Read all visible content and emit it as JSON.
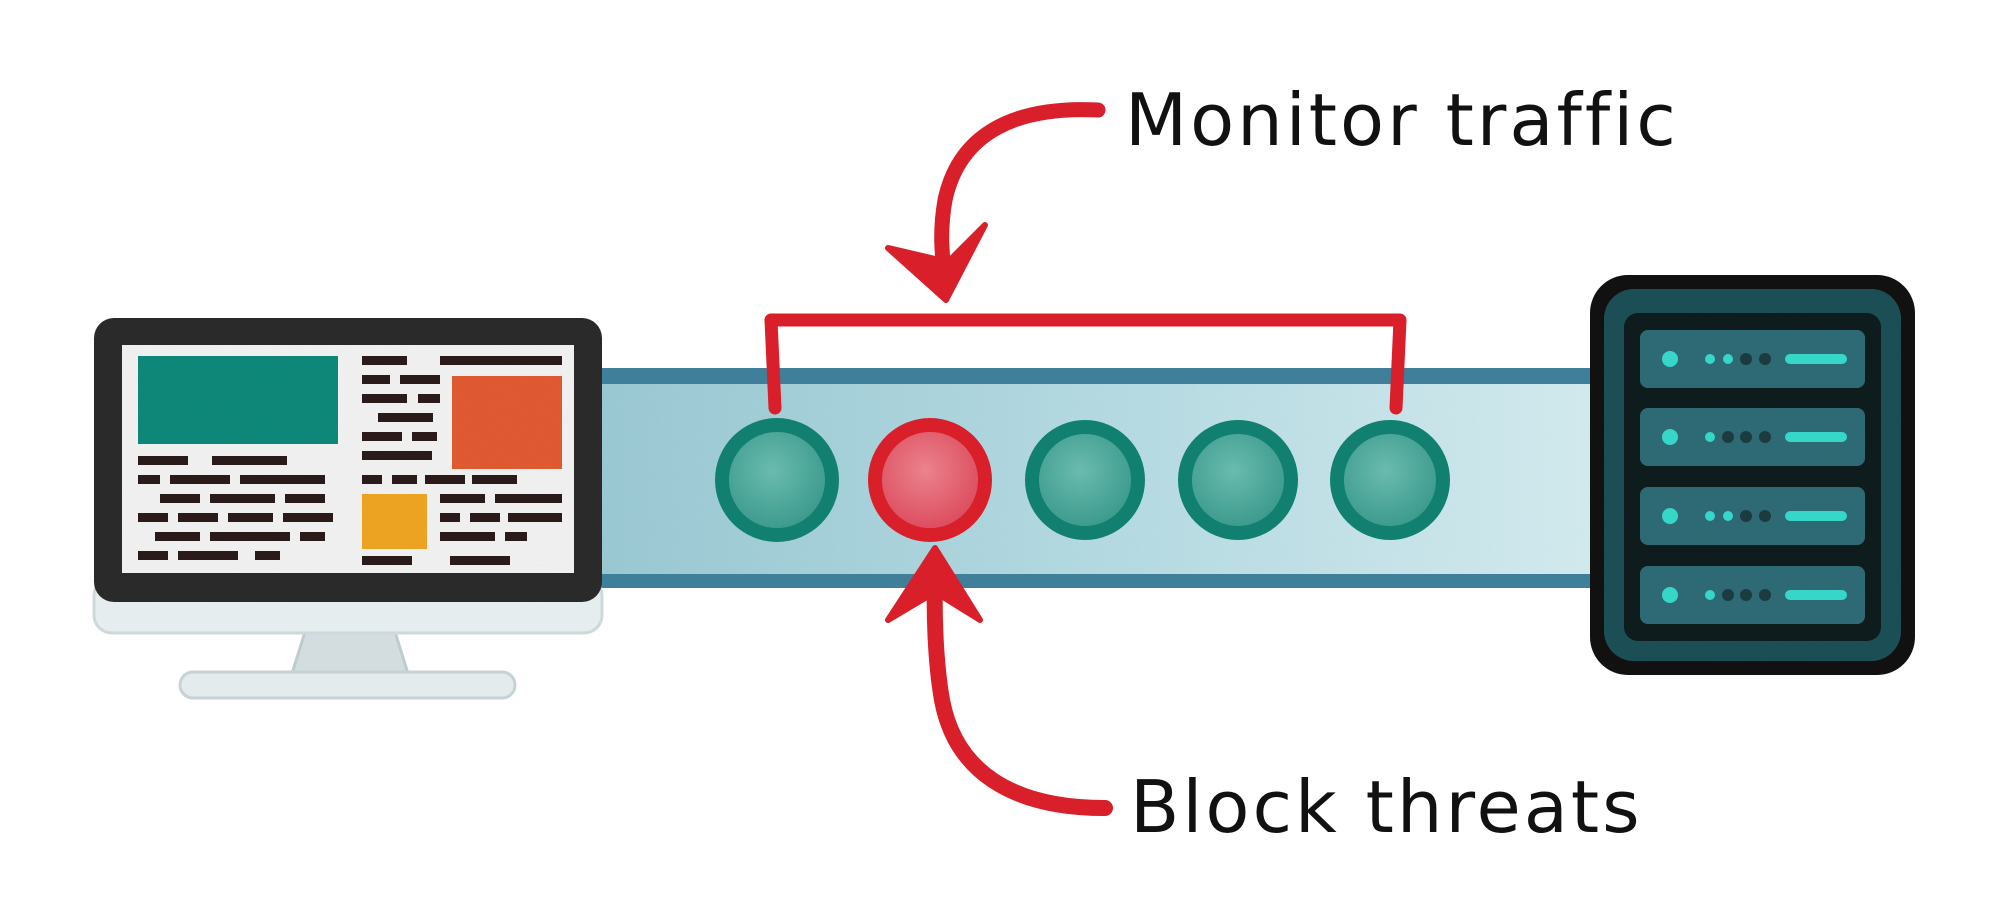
{
  "labels": {
    "monitor": "Monitor traffic",
    "block": "Block threats"
  },
  "packets": [
    {
      "id": "packet-1",
      "status": "safe"
    },
    {
      "id": "packet-2",
      "status": "threat"
    },
    {
      "id": "packet-3",
      "status": "safe"
    },
    {
      "id": "packet-4",
      "status": "safe"
    },
    {
      "id": "packet-5",
      "status": "safe"
    }
  ],
  "colors": {
    "accent_red": "#d81f2a",
    "safe_packet": "#2f9c8b",
    "safe_packet_ring": "#118070",
    "threat_packet": "#e35667",
    "threat_packet_ring": "#d81f2a",
    "pipe_fill": "#a9d6df",
    "pipe_edge": "#3f7f9a",
    "server_body": "#1f5058",
    "server_led": "#36d6c8",
    "monitor_teal": "#128a7b",
    "monitor_orange": "#e35b33",
    "monitor_yellow": "#f1a622"
  },
  "icons": {
    "client": "desktop-monitor-icon",
    "server": "server-rack-icon"
  }
}
